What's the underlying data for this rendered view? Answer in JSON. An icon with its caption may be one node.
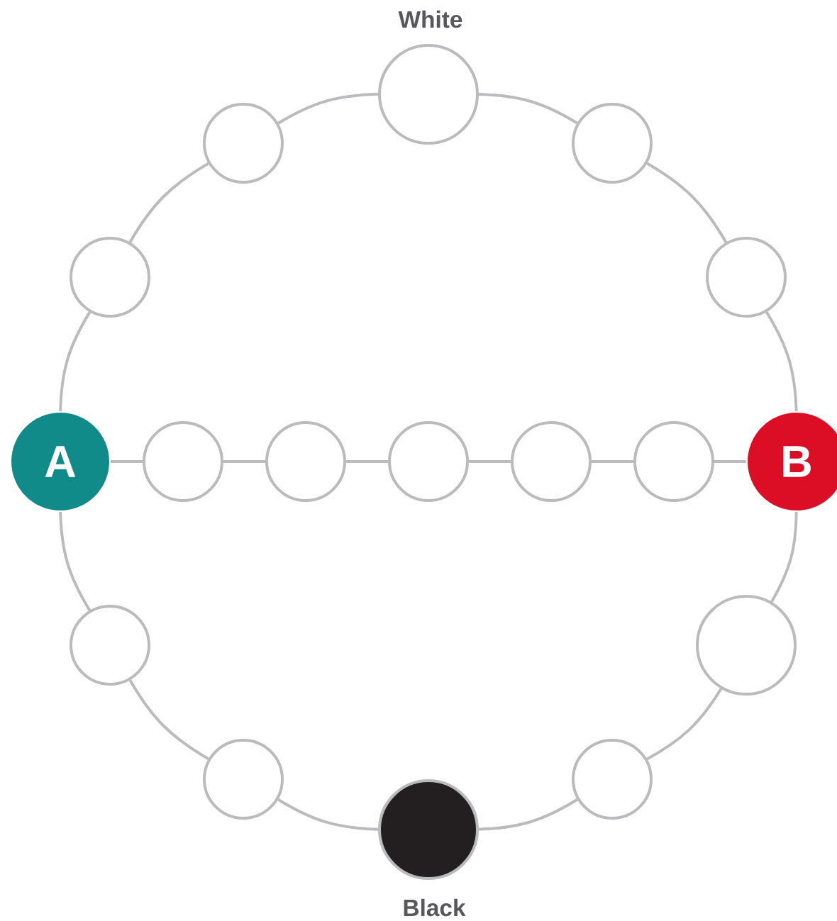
{
  "diagram": {
    "nodes": [
      {
        "text": [],
        "shape": "circle",
        "beside": [
          "White"
        ]
      },
      {
        "text": [],
        "shape": "circle"
      },
      {
        "text": [],
        "shape": "circle"
      },
      {
        "text": [],
        "shape": "circle"
      },
      {
        "text": [],
        "shape": "circle"
      },
      {
        "text": [
          "A"
        ]
      },
      {
        "text": [],
        "shape": "circle"
      },
      {
        "text": [],
        "shape": "circle"
      },
      {
        "text": [],
        "shape": "circle"
      },
      {
        "text": [],
        "shape": "circle"
      },
      {
        "text": [],
        "shape": "circle"
      },
      {
        "text": [
          "B"
        ]
      },
      {
        "text": [],
        "shape": "circle"
      },
      {
        "text": [],
        "shape": "circle"
      },
      {
        "text": [],
        "shape": "circle"
      },
      {
        "text": [],
        "shape": "circle"
      },
      {
        "text": [],
        "shape": "circle",
        "beside": [
          "Black"
        ]
      }
    ],
    "edges": [
      {
        "from": 0,
        "to": 2,
        "arrow": "none"
      },
      {
        "from": 2,
        "to": 4,
        "arrow": "none"
      },
      {
        "from": 4,
        "to": 11,
        "arrow": "none"
      },
      {
        "from": 11,
        "to": 13,
        "arrow": "none"
      },
      {
        "from": 13,
        "to": 15,
        "arrow": "none"
      },
      {
        "from": 15,
        "to": 16,
        "arrow": "none"
      },
      {
        "from": 16,
        "to": 14,
        "arrow": "none"
      },
      {
        "from": 14,
        "to": 12,
        "arrow": "none"
      },
      {
        "from": 12,
        "to": 5,
        "arrow": "none"
      },
      {
        "from": 5,
        "to": 3,
        "arrow": "none"
      },
      {
        "from": 3,
        "to": 1,
        "arrow": "none"
      },
      {
        "from": 1,
        "to": 0,
        "arrow": "none"
      },
      {
        "from": 5,
        "to": 6,
        "arrow": "none"
      },
      {
        "from": 6,
        "to": 7,
        "arrow": "none"
      },
      {
        "from": 7,
        "to": 8,
        "arrow": "none"
      },
      {
        "from": 8,
        "to": 9,
        "arrow": "none"
      },
      {
        "from": 9,
        "to": 10,
        "arrow": "none"
      },
      {
        "from": 10,
        "to": 11,
        "arrow": "none"
      }
    ]
  }
}
